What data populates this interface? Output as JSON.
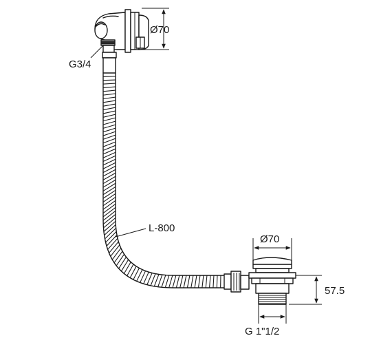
{
  "labels": {
    "overflow_diameter": "Ø70",
    "thread_overflow": "G3/4",
    "hose_length": "L-800",
    "waste_diameter": "Ø70",
    "waste_height": "57.5",
    "thread_waste": "G 1\"1/2"
  }
}
